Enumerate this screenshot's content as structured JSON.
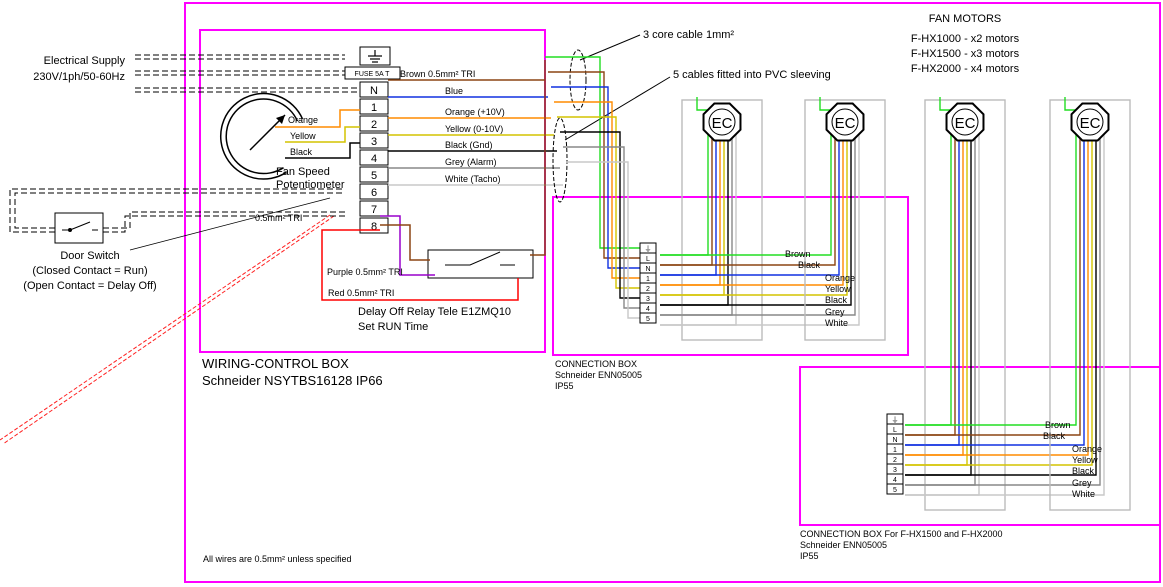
{
  "supply": {
    "title": "Electrical Supply",
    "spec": "230V/1ph/50-60Hz",
    "fuse": "FUSE 5A T"
  },
  "terminals": [
    "N",
    "1",
    "2",
    "3",
    "4",
    "5",
    "6",
    "7",
    "8"
  ],
  "potentiometer": {
    "wires": [
      "Orange",
      "Yellow",
      "Black"
    ],
    "label_1": "Fan Speed",
    "label_2": "Potentiometer"
  },
  "control_wires": [
    {
      "label": "Brown 0.5mm² TRI",
      "color": "#8B4513"
    },
    {
      "label": "Blue",
      "color": "#1030e0"
    },
    {
      "label": "Orange (+10V)",
      "color": "#ff8c00"
    },
    {
      "label": "Yellow (0-10V)",
      "color": "#d4c400"
    },
    {
      "label": "Black (Gnd)",
      "color": "#000000"
    },
    {
      "label": "Grey (Alarm)",
      "color": "#888888"
    },
    {
      "label": "White (Tacho)",
      "color": "#c8c8c8"
    }
  ],
  "door_switch": {
    "title": "Door Switch",
    "closed": "(Closed Contact = Run)",
    "open": "(Open Contact = Delay Off)",
    "cable": "0.5mm² TRI"
  },
  "relay": {
    "purple": "Purple 0.5mm² TRI",
    "red": "Red 0.5mm² TRI",
    "title": "Delay Off Relay Tele E1ZMQ10",
    "note": "Set RUN Time"
  },
  "wiring_box": {
    "title": "WIRING-CONTROL BOX",
    "model": "Schneider NSYTBS16128 IP66"
  },
  "cable_labels": {
    "three_core": "3 core cable 1mm²",
    "five_cables": "5 cables fitted into PVC sleeving"
  },
  "fan_motors": {
    "title": "FAN MOTORS",
    "lines": [
      "F-HX1000 - x2 motors",
      "F-HX1500 - x3 motors",
      "F-HX2000 - x4 motors"
    ],
    "motor_label": "EC"
  },
  "connection_box_1": {
    "terminals": [
      "⏚",
      "L",
      "N",
      "1",
      "2",
      "3",
      "4",
      "5"
    ],
    "wire_labels": [
      "Brown",
      "Black",
      "Orange",
      "Yellow",
      "Black",
      "Grey",
      "White"
    ],
    "title": "CONNECTION BOX",
    "model": "Schneider ENN05005",
    "ip": "IP55"
  },
  "connection_box_2": {
    "terminals": [
      "⏚",
      "L",
      "N",
      "1",
      "2",
      "3",
      "4",
      "5"
    ],
    "wire_labels": [
      "Brown",
      "Black",
      "Orange",
      "Yellow",
      "Black",
      "Grey",
      "White"
    ],
    "title": "CONNECTION BOX For F-HX1500 and F-HX2000",
    "model": "Schneider ENN05005",
    "ip": "IP55"
  },
  "footer_note": "All wires are 0.5mm² unless specified",
  "colors": {
    "frame": "#ff00ff",
    "earth": "#22dd22",
    "brown": "#8B4513",
    "blue": "#1030e0",
    "orange": "#ff8c00",
    "yellow": "#d4c400",
    "black": "#000000",
    "grey": "#888888",
    "white_wire": "#c8c8c8",
    "red": "#ff0000",
    "purple": "#9900cc"
  }
}
